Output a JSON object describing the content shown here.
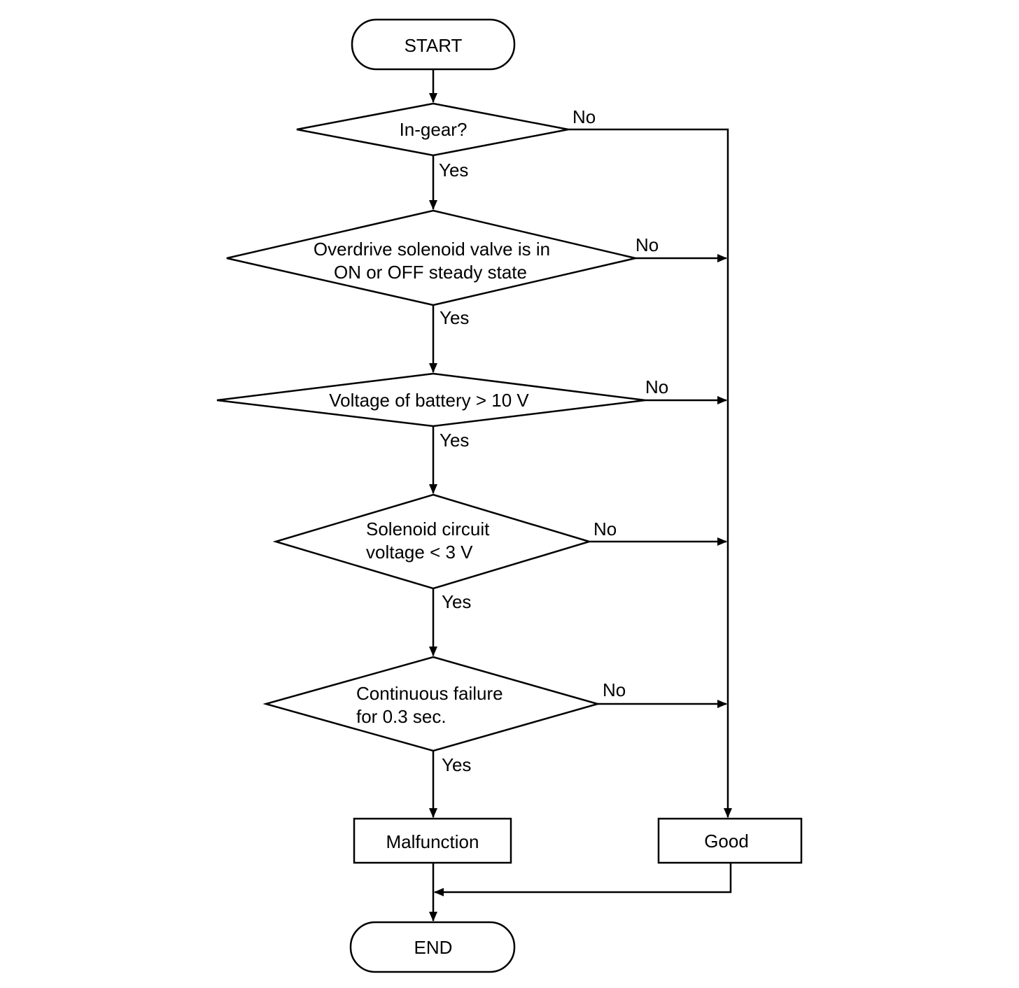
{
  "terminals": {
    "start": "START",
    "end": "END"
  },
  "decisions": {
    "in_gear": {
      "lines": [
        "In-gear?"
      ],
      "yes": "Yes",
      "no": "No"
    },
    "solenoid_state": {
      "lines": [
        "Overdrive solenoid valve is in",
        "ON or OFF steady state"
      ],
      "yes": "Yes",
      "no": "No"
    },
    "battery_voltage": {
      "lines": [
        "Voltage of battery > 10 V"
      ],
      "yes": "Yes",
      "no": "No"
    },
    "circuit_voltage": {
      "lines": [
        "Solenoid circuit",
        "voltage < 3 V"
      ],
      "yes": "Yes",
      "no": "No"
    },
    "continuous_failure": {
      "lines": [
        "Continuous failure",
        "for 0.3 sec."
      ],
      "yes": "Yes",
      "no": "No"
    }
  },
  "results": {
    "malfunction": "Malfunction",
    "good": "Good"
  },
  "colors": {
    "stroke": "#000000",
    "background": "#ffffff"
  }
}
